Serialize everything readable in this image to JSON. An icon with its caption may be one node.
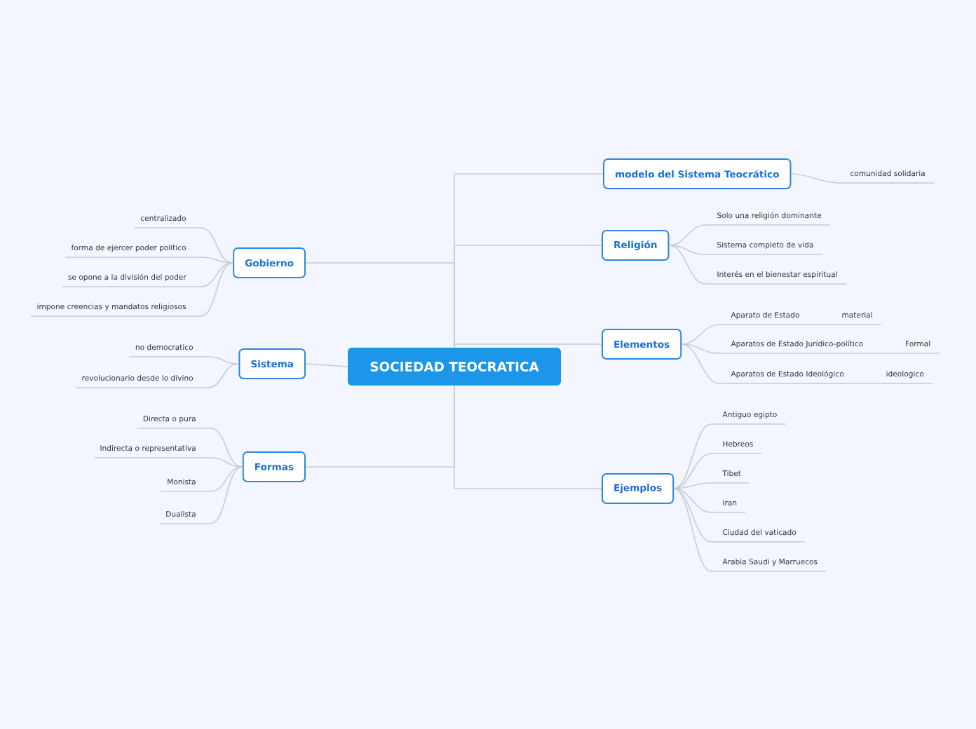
{
  "diagram": {
    "nodes": [
      {
        "text": [
          "SOCIEDAD TEOCRATICA"
        ]
      },
      {
        "text": [
          "modelo del Sistema Teocrático"
        ]
      },
      {
        "text": [
          "comunidad solidaria"
        ]
      },
      {
        "text": [
          "Religión"
        ]
      },
      {
        "text": [
          "Solo una religión dominante"
        ]
      },
      {
        "text": [
          "Sistema completo de vida"
        ]
      },
      {
        "text": [
          "Interés en el bienestar espiritual"
        ]
      },
      {
        "text": [
          "Elementos"
        ]
      },
      {
        "text": [
          "Aparato de Estado",
          "material"
        ]
      },
      {
        "text": [
          "Aparatos de Estado Jurídico-político",
          "Formal"
        ]
      },
      {
        "text": [
          "Aparatos de Estado Ideológico",
          "ideologico"
        ]
      },
      {
        "text": [
          "Ejemplos"
        ]
      },
      {
        "text": [
          "Antiguo egipto"
        ]
      },
      {
        "text": [
          "Hebreos"
        ]
      },
      {
        "text": [
          "Tibet"
        ]
      },
      {
        "text": [
          "Iran"
        ]
      },
      {
        "text": [
          "Ciudad del vaticado"
        ]
      },
      {
        "text": [
          "Arabia Saudi y Marruecos"
        ]
      },
      {
        "text": [
          "Gobierno"
        ]
      },
      {
        "text": [
          "centralizado"
        ]
      },
      {
        "text": [
          "forma de ejercer poder político"
        ]
      },
      {
        "text": [
          "se opone a la división del poder"
        ]
      },
      {
        "text": [
          "impone creencias y mandatos religiosos"
        ]
      },
      {
        "text": [
          "Sistema"
        ]
      },
      {
        "text": [
          "no democratico"
        ]
      },
      {
        "text": [
          "revolucionario desde lo divino"
        ]
      },
      {
        "text": [
          "Formas"
        ]
      },
      {
        "text": [
          "Directa o pura"
        ]
      },
      {
        "text": [
          "Indirecta o representativa"
        ]
      },
      {
        "text": [
          "Monista"
        ]
      },
      {
        "text": [
          "Dualista"
        ]
      }
    ],
    "edges": [
      {
        "from": 0,
        "to": 1,
        "arrow": "none"
      },
      {
        "from": 1,
        "to": 2,
        "arrow": "none"
      },
      {
        "from": 0,
        "to": 3,
        "arrow": "none"
      },
      {
        "from": 3,
        "to": 4,
        "arrow": "none"
      },
      {
        "from": 3,
        "to": 5,
        "arrow": "none"
      },
      {
        "from": 3,
        "to": 6,
        "arrow": "none"
      },
      {
        "from": 0,
        "to": 7,
        "arrow": "none"
      },
      {
        "from": 7,
        "to": 8,
        "arrow": "none"
      },
      {
        "from": 7,
        "to": 9,
        "arrow": "none"
      },
      {
        "from": 7,
        "to": 10,
        "arrow": "none"
      },
      {
        "from": 0,
        "to": 11,
        "arrow": "none"
      },
      {
        "from": 11,
        "to": 12,
        "arrow": "none"
      },
      {
        "from": 11,
        "to": 13,
        "arrow": "none"
      },
      {
        "from": 11,
        "to": 14,
        "arrow": "none"
      },
      {
        "from": 11,
        "to": 15,
        "arrow": "none"
      },
      {
        "from": 11,
        "to": 16,
        "arrow": "none"
      },
      {
        "from": 11,
        "to": 17,
        "arrow": "none"
      },
      {
        "from": 0,
        "to": 18,
        "arrow": "none"
      },
      {
        "from": 18,
        "to": 19,
        "arrow": "none"
      },
      {
        "from": 18,
        "to": 20,
        "arrow": "none"
      },
      {
        "from": 18,
        "to": 21,
        "arrow": "none"
      },
      {
        "from": 18,
        "to": 22,
        "arrow": "none"
      },
      {
        "from": 0,
        "to": 23,
        "arrow": "none"
      },
      {
        "from": 23,
        "to": 24,
        "arrow": "none"
      },
      {
        "from": 23,
        "to": 25,
        "arrow": "none"
      },
      {
        "from": 0,
        "to": 26,
        "arrow": "none"
      },
      {
        "from": 26,
        "to": 27,
        "arrow": "none"
      },
      {
        "from": 26,
        "to": 28,
        "arrow": "none"
      },
      {
        "from": 26,
        "to": 29,
        "arrow": "none"
      },
      {
        "from": 26,
        "to": 30,
        "arrow": "none"
      }
    ]
  }
}
